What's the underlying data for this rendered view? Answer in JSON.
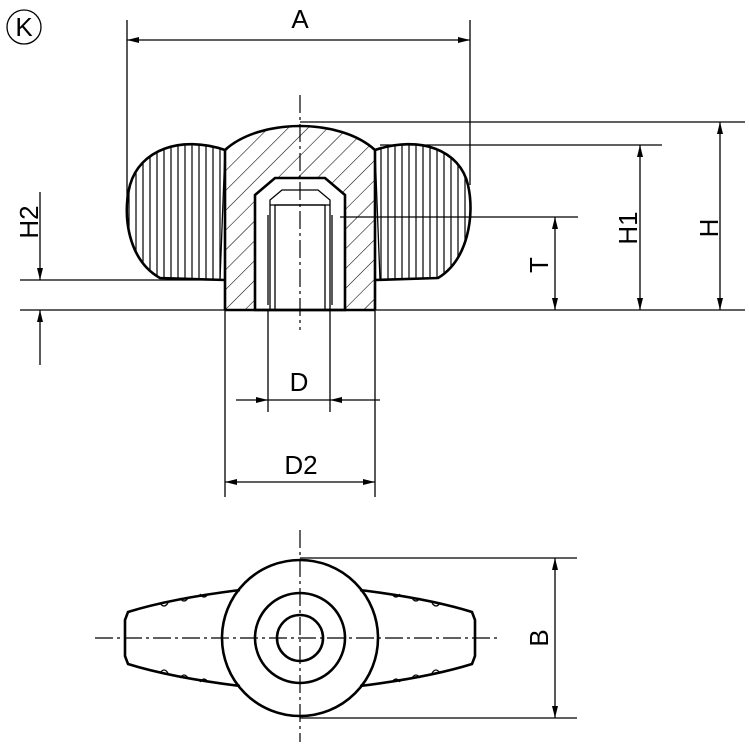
{
  "drawing": {
    "brand_mark": "K",
    "dimensions": {
      "A": "A",
      "H": "H",
      "H1": "H1",
      "H2": "H2",
      "T": "T",
      "D": "D",
      "D2": "D2",
      "B": "B"
    }
  }
}
